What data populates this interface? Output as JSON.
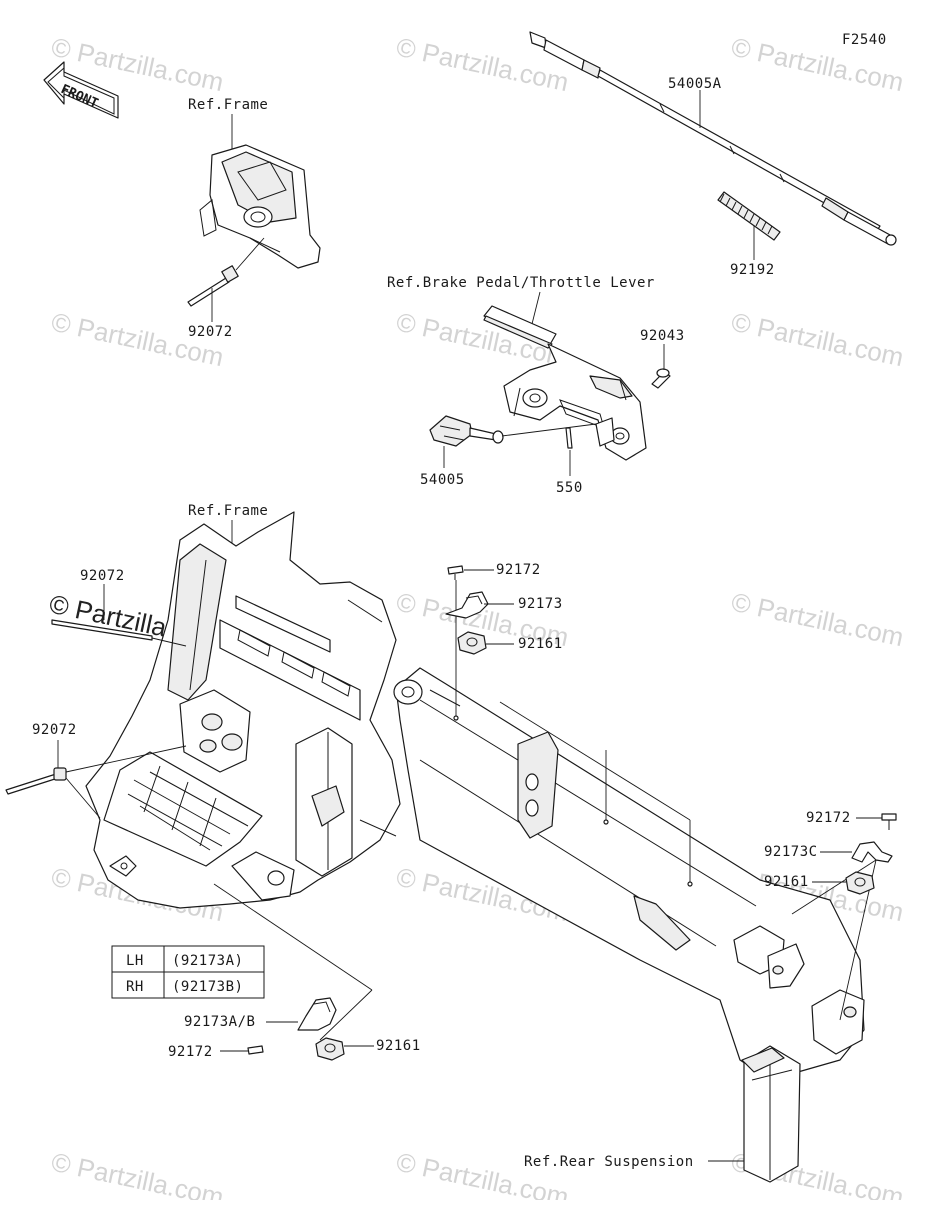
{
  "diagram_code": "F2540",
  "front_label": "FRONT",
  "watermark": "© Partzilla.com",
  "refs": {
    "frame_top": "Ref.Frame",
    "brake_pedal": "Ref.Brake Pedal/Throttle Lever",
    "frame_main": "Ref.Frame",
    "rear_suspension": "Ref.Rear Suspension"
  },
  "parts": {
    "cable_54005A": "54005A",
    "spring_92192": "92192",
    "tie_92072_top": "92072",
    "bolt_92043": "92043",
    "cable_54005": "54005",
    "pin_550": "550",
    "tie_92072_left_a": "92072",
    "tie_92072_left_b": "92072",
    "screw_92172_top": "92172",
    "clamp_92173_top": "92173",
    "grommet_92161_top": "92161",
    "screw_92172_right": "92172",
    "clamp_92173C": "92173C",
    "grommet_92161_right": "92161",
    "clamp_92173AB": "92173A/B",
    "screw_92172_bottom": "92172",
    "grommet_92161_bottom": "92161"
  },
  "side_table": {
    "rows": [
      {
        "side": "LH",
        "part": "(92173A)"
      },
      {
        "side": "RH",
        "part": "(92173B)"
      }
    ]
  }
}
